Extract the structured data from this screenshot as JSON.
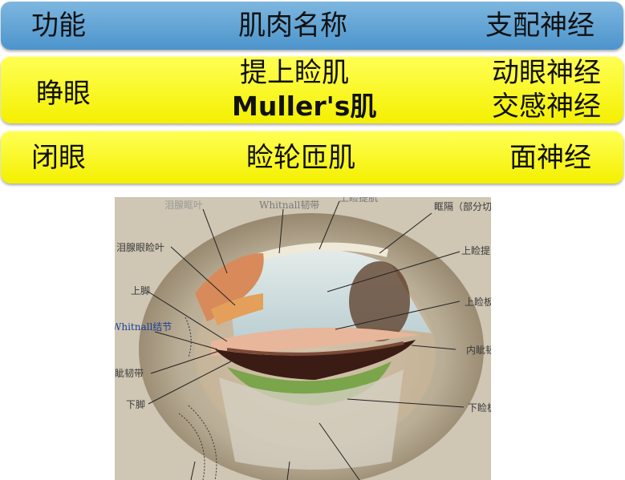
{
  "table": {
    "header": {
      "function": "功能",
      "muscle": "肌肉名称",
      "nerve": "支配神经"
    },
    "rows": [
      {
        "function": "睁眼",
        "muscle_1": "提上睑肌",
        "muscle_2": "Muller's肌",
        "nerve_1": "动眼神经",
        "nerve_2": "交感神经"
      },
      {
        "function": "闭眼",
        "muscle": "睑轮匝肌",
        "nerve": "面神经"
      }
    ]
  },
  "figure": {
    "labels": {
      "top_left": "泪腺眶叶",
      "whitnall": "Whitnall韧带",
      "top_cut": "上睑提肌",
      "septum": "眶隔（部分切",
      "lacrimal_palpebral": "泪腺眼睑叶",
      "levator_right": "上睑提",
      "upper_horn": "上脚",
      "upper_tarsus_muscle": "上睑板",
      "whitnall_tubercle": "Whitnall结节",
      "medial_canthal": "内眦韧",
      "lateral_canthal": "外眦韧带",
      "lower_horn": "下脚",
      "lower_tarsus": "下睑板"
    }
  }
}
